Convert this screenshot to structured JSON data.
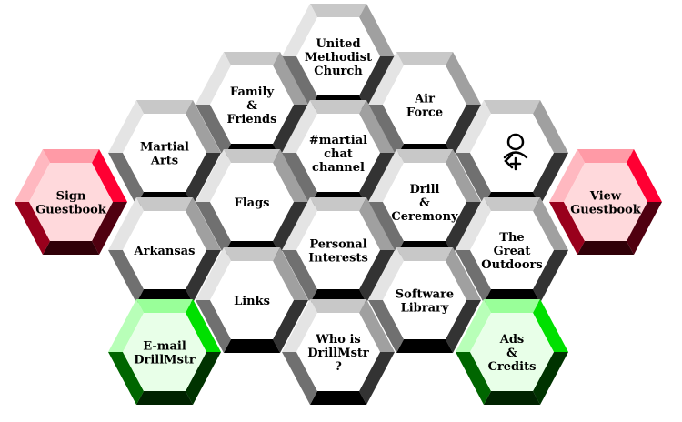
{
  "page": {
    "background": "#ffffff"
  },
  "tiles": [
    {
      "name": "united-methodist-church",
      "theme": "gray",
      "lines": [
        "United",
        "Methodist",
        "Church"
      ]
    },
    {
      "name": "family-and-friends",
      "theme": "gray",
      "lines": [
        "Family",
        "&",
        "Friends"
      ]
    },
    {
      "name": "air-force",
      "theme": "gray",
      "lines": [
        "Air",
        "Force"
      ]
    },
    {
      "name": "martial-arts",
      "theme": "gray",
      "lines": [
        "Martial",
        "Arts"
      ]
    },
    {
      "name": "martial-chat-channel",
      "theme": "gray",
      "lines": [
        "#martial",
        "chat",
        "channel"
      ]
    },
    {
      "name": "gender-symbol",
      "theme": "gray",
      "lines": [],
      "icon": "gender-symbol-icon"
    },
    {
      "name": "sign-guestbook",
      "theme": "red",
      "lines": [
        "Sign",
        "Guestbook"
      ]
    },
    {
      "name": "flags",
      "theme": "gray",
      "lines": [
        "Flags"
      ]
    },
    {
      "name": "drill-and-ceremony",
      "theme": "gray",
      "lines": [
        "Drill",
        "&",
        "Ceremony"
      ]
    },
    {
      "name": "view-guestbook",
      "theme": "red",
      "lines": [
        "View",
        "Guestbook"
      ]
    },
    {
      "name": "arkansas",
      "theme": "gray",
      "lines": [
        "Arkansas"
      ]
    },
    {
      "name": "personal-interests",
      "theme": "gray",
      "lines": [
        "Personal",
        "Interests"
      ]
    },
    {
      "name": "the-great-outdoors",
      "theme": "gray",
      "lines": [
        "The",
        "Great",
        "Outdoors"
      ]
    },
    {
      "name": "links",
      "theme": "gray",
      "lines": [
        "Links"
      ]
    },
    {
      "name": "software-library",
      "theme": "gray",
      "lines": [
        "Software",
        "Library"
      ]
    },
    {
      "name": "email-drillmstr",
      "theme": "green",
      "lines": [
        "E-mail",
        "DrillMstr"
      ]
    },
    {
      "name": "who-is-drillmstr",
      "theme": "gray",
      "lines": [
        "Who is",
        "DrillMstr",
        "?"
      ]
    },
    {
      "name": "ads-and-credits",
      "theme": "green",
      "lines": [
        "Ads",
        "&",
        "Credits"
      ]
    }
  ],
  "themes": {
    "gray": {
      "face": "#ffffff",
      "top": "#c8c8c8",
      "upper_left": "#e4e4e4",
      "upper_right": "#a0a0a0",
      "lower_right": "#333333",
      "lower_left": "#707070",
      "bottom": "#000000"
    },
    "red": {
      "face": "#ffd9dc",
      "top": "#ff9aa6",
      "upper_left": "#ffb8c0",
      "upper_right": "#ff0033",
      "lower_right": "#500010",
      "lower_left": "#99001c",
      "bottom": "#300008"
    },
    "green": {
      "face": "#e8ffe8",
      "top": "#99ff99",
      "upper_left": "#b8ffb8",
      "upper_right": "#00e000",
      "lower_right": "#003300",
      "lower_left": "#006600",
      "bottom": "#002200"
    }
  }
}
